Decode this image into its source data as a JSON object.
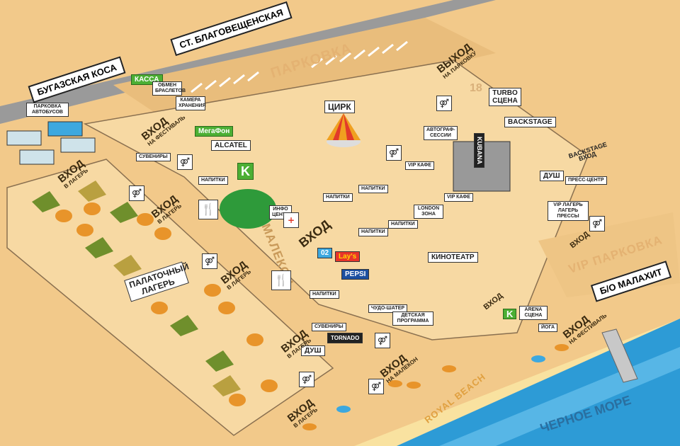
{
  "roads": {
    "blagoveshchenskaya": "СТ. БЛАГОВЕЩЕНСКАЯ",
    "bugazskaya_kosa": "БУГАЗСКАЯ КОСА",
    "malakhit": "Б/О МАЛАХИТ"
  },
  "zones": {
    "parking": "ПАРКОВКА",
    "vip_parking": "VIP ПАРКОВКА",
    "malecon": "МАЛЕКОН",
    "black_sea": "ЧЕРНОЕ МОРЕ",
    "royal_beach": "ROYAL BEACH"
  },
  "labels": {
    "kassa": "КАССА",
    "bracelet_exchange": "ОБМЕН БРАСЛЕТОВ",
    "storage": "КАМЕРА ХРАНЕНИЯ",
    "bus_parking": "ПАРКОВКА АВТОБУСОВ",
    "megafon": "МегаФон",
    "alcatel": "ALCATEL",
    "souvenirs_1": "СУВЕНИРЫ",
    "souvenirs_2": "СУВЕНИРЫ",
    "drinks": "НАПИТКИ",
    "circus": "ЦИРК",
    "autograph": "АВТОГРАФ-СЕССИИ",
    "turbo_stage": "TURBO СЦЕНА",
    "backstage": "BACKSTAGE",
    "backstage_entry": "BACKSTAGE ВХОД",
    "vip_cafe_1": "VIP КАФЕ",
    "vip_cafe_2": "VIP КАФЕ",
    "london_zone": "LONDON ЗОНА",
    "shower_1": "ДУШ",
    "shower_2": "ДУШ",
    "press_center": "ПРЕСС-ЦЕНТР",
    "vip_press_camp": "VIP ЛАГЕРЬ ЛАГЕРЬ ПРЕССЫ",
    "info_center": "ИНФО ЦЕНТР",
    "tent_camp": "ПАЛАТОЧНЫЙ ЛАГЕРЬ",
    "cinema": "КИНОТЕАТР",
    "miracle_tent": "ЧУДО-ШАТЕР",
    "kids_program": "ДЕТСКАЯ ПРОГРАММА",
    "arena_stage": "ARENA СЦЕНА",
    "yoga": "ЙОГА",
    "kubana": "KUBANA",
    "o2": "02",
    "lays": "Lay's",
    "pepsi": "PEPSI",
    "tornado": "TORNADO",
    "k_logo": "K",
    "number_18": "18"
  },
  "entries": {
    "entry": "ВХОД",
    "exit": "ВЫХОД",
    "to_festival": "НА ФЕСТИВАЛЬ",
    "to_camp": "В ЛАГЕРЬ",
    "to_parking": "НА ПАРКОВКУ",
    "to_malecon": "НА МАЛЕКОН"
  },
  "icons": {
    "wc": "restroom-icon",
    "food": "fork-knife-icon",
    "first_aid": "first-aid-icon"
  },
  "colors": {
    "sand": "#f2c98a",
    "road": "#9a9a9a",
    "sea": "#2d9bd6",
    "tent_green": "#6f8f2c",
    "tent_orange": "#e8942a"
  }
}
